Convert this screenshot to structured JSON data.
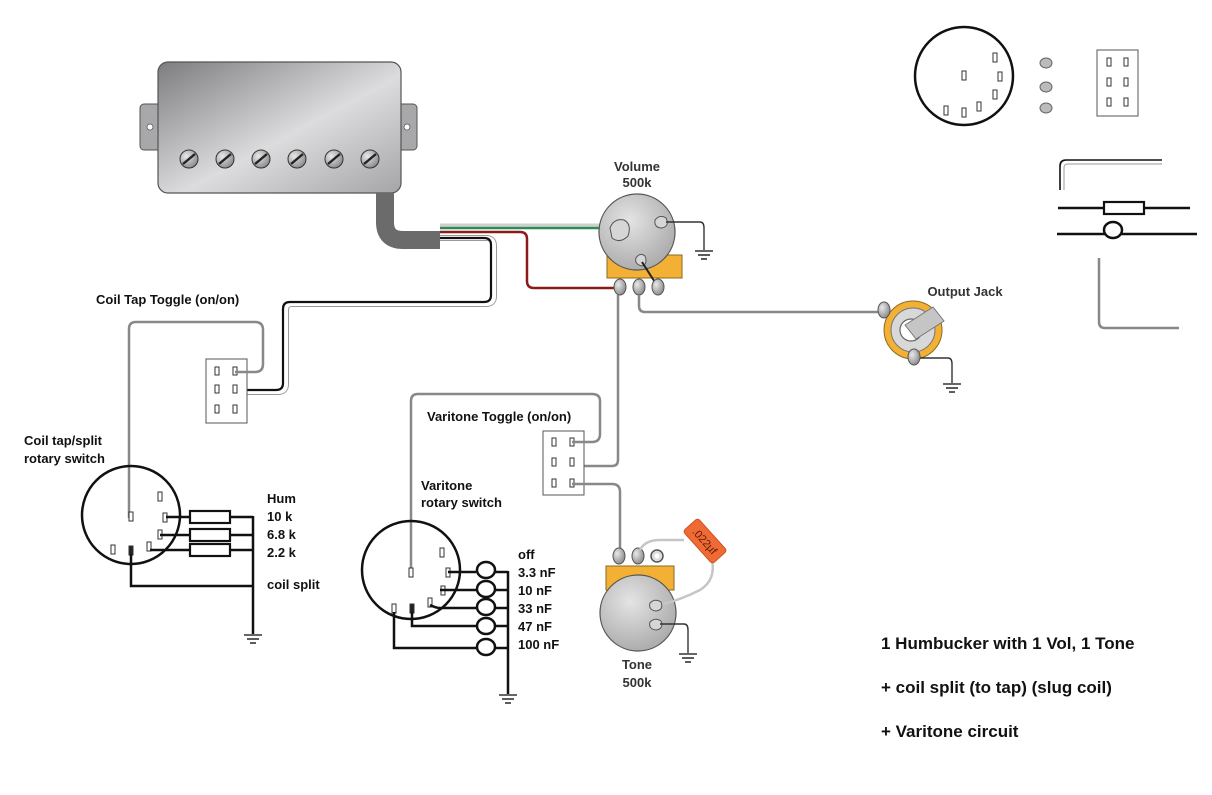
{
  "title_block": {
    "line1": "1 Humbucker with 1 Vol, 1 Tone",
    "line2": "+ coil split (to tap)  (slug coil)",
    "line3": "+ Varitone circuit"
  },
  "components": {
    "pickup": {
      "type": "humbucker",
      "pole_screws": 6,
      "wire_colors": [
        "#c8c8c8",
        "#2e8b57",
        "#8b1a1a",
        "#111111",
        "#ffffff"
      ]
    },
    "volume_pot": {
      "name": "Volume",
      "value": "500k"
    },
    "tone_pot": {
      "name": "Tone",
      "value": "500k"
    },
    "tone_cap": {
      "value": ".022µf",
      "color": "#f06a35"
    },
    "output_jack": {
      "name": "Output Jack"
    },
    "coil_tap_toggle": {
      "label": "Coil Tap Toggle (on/on)"
    },
    "coil_tap_rotary": {
      "label_line1": "Coil tap/split",
      "label_line2": "rotary switch",
      "positions": [
        "Hum",
        "10 k",
        "6.8 k",
        "2.2 k",
        "coil split"
      ]
    },
    "varitone_toggle": {
      "label": "Varitone Toggle (on/on)"
    },
    "varitone_rotary": {
      "label_line1": "Varitone",
      "label_line2": "rotary switch",
      "positions": [
        "off",
        "3.3 nF",
        "10 nF",
        "33 nF",
        "47 nF",
        "100 nF"
      ]
    }
  },
  "colors": {
    "pot_body": "#c9c9c9",
    "pot_bracket": "#f2b035",
    "wire_grey": "#888888",
    "wire_black": "#111111",
    "wire_red": "#8b1a1a",
    "wire_green": "#2e8b57",
    "cable_sheath": "#6b6b6b"
  }
}
